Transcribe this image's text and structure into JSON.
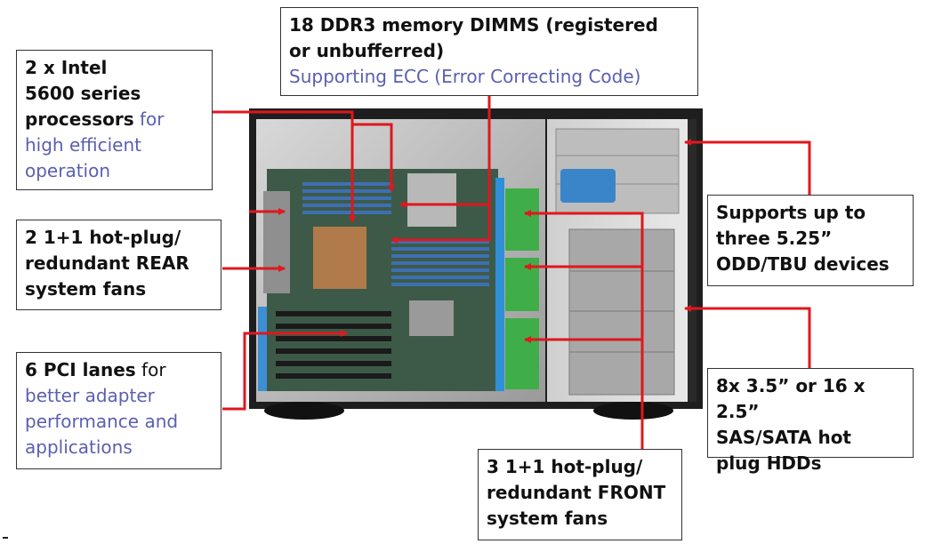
{
  "callouts": {
    "processors": {
      "line1": "2 x Intel",
      "line2": "5600 series",
      "line3": "processors",
      "line3_rest": " for",
      "line4": "high efficient",
      "line5": "operation"
    },
    "memory": {
      "line1": "18 DDR3 memory DIMMS (registered",
      "line2": "or unbufferred)",
      "line3": "Supporting ECC (Error Correcting Code)"
    },
    "rear_fans": {
      "line1": "2 1+1 hot-plug/",
      "line2": "redundant REAR",
      "line3": "system fans"
    },
    "pci": {
      "line1": "6 PCI lanes",
      "line1_rest": " for",
      "line2": "better adapter",
      "line3": "performance and",
      "line4": "applications"
    },
    "odd_tbu": {
      "line1": "Supports up to",
      "line2": "three 5.25”",
      "line3": "ODD/TBU devices"
    },
    "hdd": {
      "line1": "8x 3.5” or 16 x 2.5”",
      "line2": "SAS/SATA hot",
      "line3": "plug HDDs"
    },
    "front_fans": {
      "line1": "3 1+1 hot-plug/",
      "line2": "redundant FRONT",
      "line3": "system fans"
    }
  },
  "colors": {
    "arrow": "#e0171d",
    "chassis": "#1e1e1e",
    "accent_text": "#5b5fb0",
    "fan_green": "#3fae49",
    "drive_blue": "#2f8fd9"
  }
}
